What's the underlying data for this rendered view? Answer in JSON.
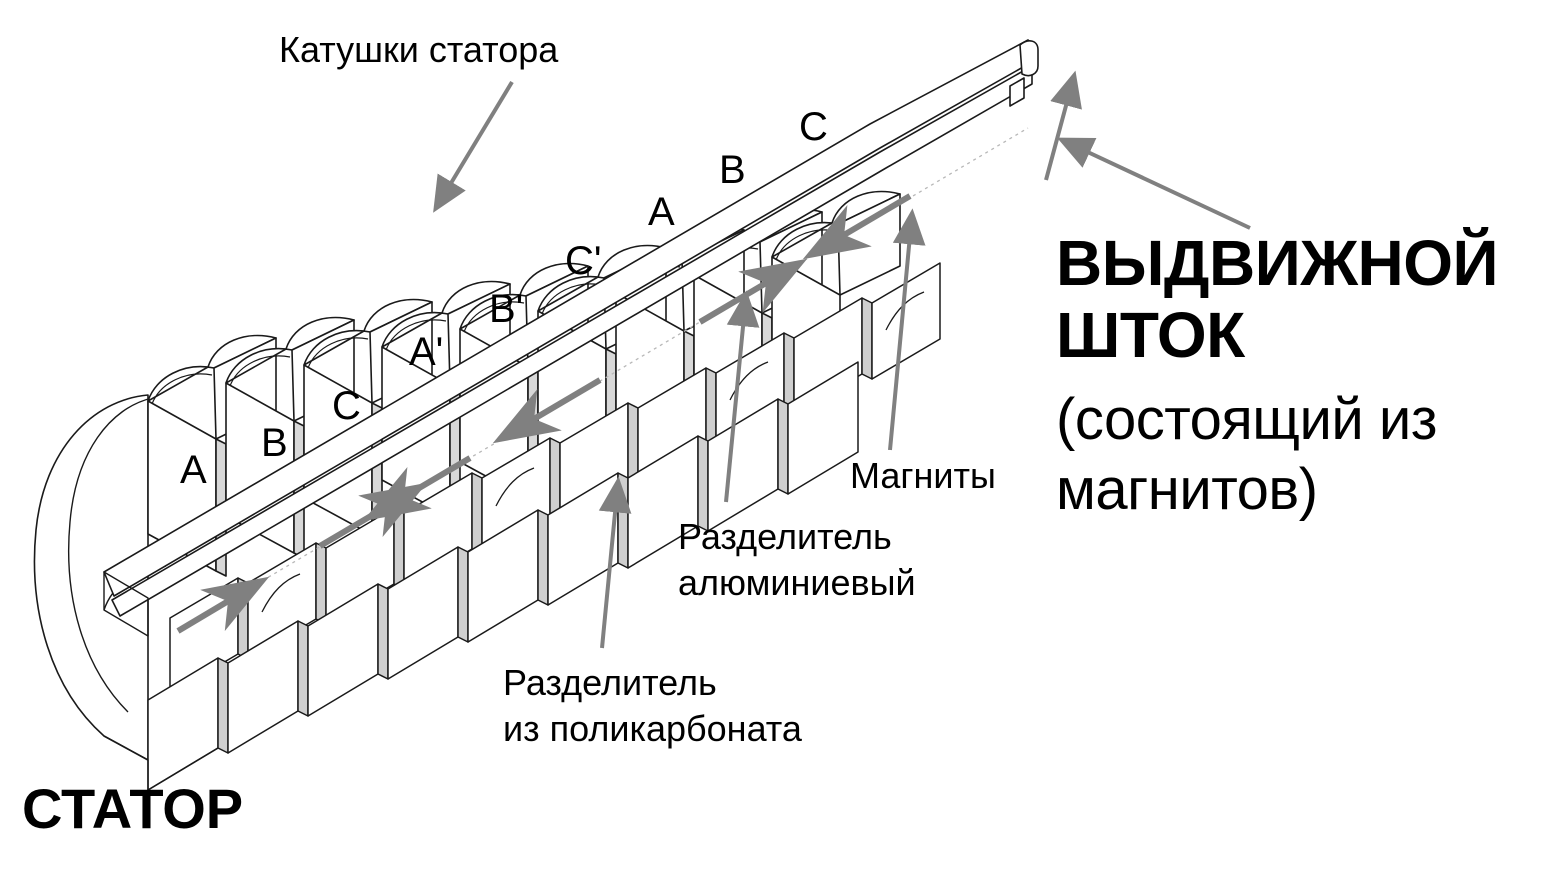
{
  "figure": {
    "kind": "technical-diagram",
    "subject": "Линейный двигатель: статор с катушками и выдвижной шток из магнитов",
    "line_color": "#000000",
    "arrow_color": "#808080",
    "background": "#ffffff"
  },
  "callouts": {
    "stator_coils": {
      "text": "Катушки статора",
      "arrow": "leader-arrow-down-left"
    },
    "magnets": {
      "text": "Магниты",
      "arrow": "leader-arrow-up-left"
    },
    "aluminium_separator": {
      "line1": "Разделитель",
      "line2": "алюминиевый",
      "arrow": "leader-arrow-up"
    },
    "polycarbonate_separator": {
      "line1": "Разделитель",
      "line2": "из поликарбоната",
      "arrow": "leader-arrow-up"
    }
  },
  "titles": {
    "stator": "СТАТОР",
    "rod_line1": "ВЫДВИЖНОЙ",
    "rod_line2": "ШТОК",
    "rod_line3": "(состоящий из",
    "rod_line4": "магнитов)"
  },
  "coils": {
    "front_row": [
      "A",
      "B",
      "C",
      "A'",
      "B'",
      "C'",
      "A",
      "B",
      "C"
    ],
    "phase_sequence_note": "A B C A' B' C' A B C"
  },
  "motion": {
    "indicator": "double-headed-arrow",
    "description": "двунаправленное перемещение штока вдоль оси"
  },
  "chart_data": {
    "type": "diagram",
    "title": "Линейный двигатель",
    "labels": [
      "Катушки статора",
      "Магниты",
      "Разделитель алюминиевый",
      "Разделитель из поликарбоната",
      "СТАТОР",
      "ВЫДВИЖНОЙ ШТОК (состоящий из магнитов)"
    ],
    "coil_labels": [
      "A",
      "B",
      "C",
      "A'",
      "B'",
      "C'",
      "A",
      "B",
      "C"
    ]
  }
}
